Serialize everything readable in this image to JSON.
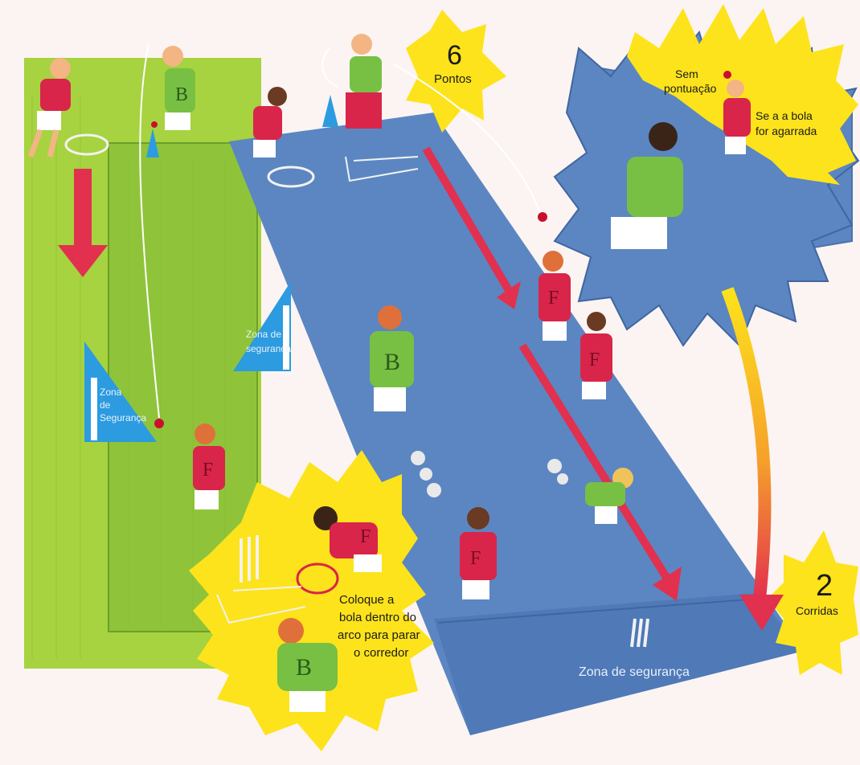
{
  "labels": {
    "six_number": "6",
    "six_text": "Pontos",
    "no_score_1": "Sem",
    "no_score_2": "pontuação",
    "caught_1": "Se a a bola",
    "caught_2": "for agarrada",
    "runs_number": "2",
    "runs_text": "Corridas",
    "safety_left_1": "Zona",
    "safety_left_2": "de",
    "safety_left_3": "Segurança",
    "safety_mid_1": "Zona de",
    "safety_mid_2": "segurança",
    "safety_bottom": "Zona de segurança",
    "hoop_1": "Coloque a",
    "hoop_2": "bola dentro do",
    "hoop_3": "arco para parar",
    "hoop_4": "o corredor",
    "player_batter": "B",
    "player_fielder": "F"
  },
  "colors": {
    "grass_light": "#a6d33f",
    "grass_mid": "#8fc43a",
    "court_blue": "#5b86c2",
    "court_blue_dark": "#4a72ad",
    "burst_yellow": "#fde31b",
    "arrow_red": "#e2304f",
    "safety_cone": "#2c9be0",
    "fielder_red": "#d9254a",
    "batter_green": "#77c043"
  },
  "icons": [
    "cone-icon",
    "hoop-icon",
    "stumps-icon",
    "ball-icon",
    "arrow-down-icon"
  ]
}
